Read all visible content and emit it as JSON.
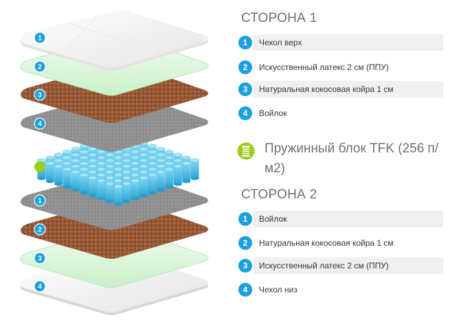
{
  "side1": {
    "title": "СТОРОНА 1",
    "items": [
      {
        "num": "1",
        "label": "Чехол верх",
        "shaded": true
      },
      {
        "num": "2",
        "label": "Искусственный латекс 2 см (ППУ)",
        "shaded": false
      },
      {
        "num": "3",
        "label": "Натуральная кокосовая койра 1 см",
        "shaded": true
      },
      {
        "num": "4",
        "label": "Войлок",
        "shaded": false
      }
    ]
  },
  "spring": {
    "label": "Пружинный блок TFK (256 п/м2)",
    "icon": "spring-icon"
  },
  "side2": {
    "title": "СТОРОНА 2",
    "items": [
      {
        "num": "1",
        "label": "Войлок",
        "shaded": true
      },
      {
        "num": "2",
        "label": "Натуральная кокосовая койра 1 см",
        "shaded": false
      },
      {
        "num": "3",
        "label": "Искусственный латекс 2 см (ППУ)",
        "shaded": true
      },
      {
        "num": "4",
        "label": "Чехол низ",
        "shaded": false
      }
    ]
  },
  "illustration": {
    "layer_badges_top": [
      "1",
      "2",
      "3",
      "4"
    ],
    "layer_badges_bottom": [
      "1",
      "2",
      "3",
      "4"
    ],
    "colors": {
      "accent": "#1aa0e0",
      "spring_accent": "#9ccc1c",
      "cover": "#f2f2f2",
      "latex": "#dcf5dc",
      "coir": "#9a5a38",
      "felt": "#8e8e8e",
      "springs": "#45c0e8"
    }
  }
}
